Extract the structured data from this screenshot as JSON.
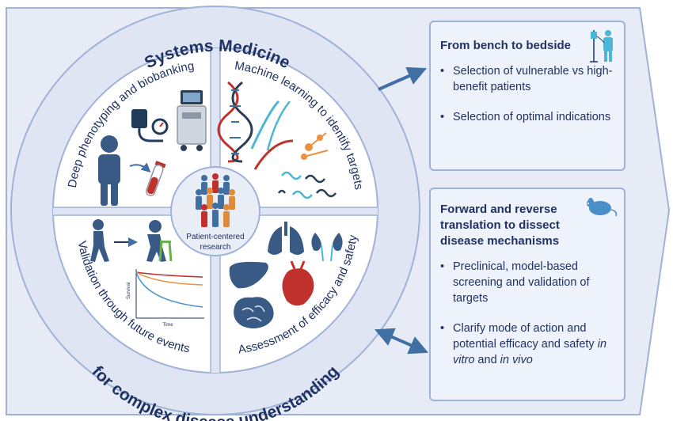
{
  "diagram": {
    "arc_top": "Systems Medicine",
    "arc_bottom": "for complex disease understanding",
    "quadrants": {
      "top_left": "Deep phenotyping and biobanking",
      "top_right": "Machine learning to identify targets",
      "bottom_left": "Validation through future events",
      "bottom_right": "Assessment of efficacy and safety"
    },
    "center": {
      "line1": "Patient-centered",
      "line2": "research"
    },
    "survival_chart": {
      "ylabel": "Survival",
      "xlabel": "Time"
    }
  },
  "cards": {
    "bench": {
      "title": "From bench to bedside",
      "bullets": [
        "Selection of vulnerable vs high-benefit patients",
        "Selection of optimal indications"
      ]
    },
    "translation": {
      "title": "Forward and reverse translation to dissect disease mechanisms",
      "bullets": [
        "Preclinical, model-based screening and validation of targets",
        "Clarify mode of action and potential efficacy and safety"
      ],
      "last_italic_1": "in vitro",
      "last_and": " and ",
      "last_italic_2": "in vivo"
    }
  },
  "icons": [
    "iv-stand-patient-icon",
    "mouse-icon",
    "blood-pressure-icon",
    "ultrasound-machine-icon",
    "person-icon",
    "blood-tube-icon",
    "dna-icon",
    "walking-person-icon",
    "elderly-walker-icon",
    "lungs-icon",
    "kidneys-icon",
    "liver-icon",
    "heart-icon",
    "brain-icon",
    "people-group-icon"
  ],
  "colors": {
    "navy": "#1f3263",
    "panel": "#e9edf6",
    "border": "#9fb2d8",
    "accent": "#3f6fa3",
    "red": "#c0302d"
  }
}
